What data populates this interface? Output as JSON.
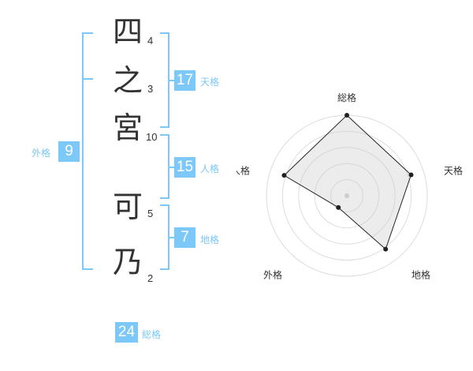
{
  "name": {
    "characters": [
      {
        "char": "四",
        "strokes": "4"
      },
      {
        "char": "之",
        "strokes": "3"
      },
      {
        "char": "宮",
        "strokes": "10"
      },
      {
        "char": "可",
        "strokes": "5"
      },
      {
        "char": "乃",
        "strokes": "2"
      }
    ]
  },
  "fortunes": {
    "tenkaku": {
      "value": "17",
      "label": "天格"
    },
    "jinkaku": {
      "value": "15",
      "label": "人格"
    },
    "chikaku": {
      "value": "7",
      "label": "地格"
    },
    "gaikaku": {
      "value": "9",
      "label": "外格"
    },
    "soukaku": {
      "value": "24",
      "label": "総格"
    }
  },
  "colors": {
    "accent": "#7cc8f8",
    "text": "#333333"
  },
  "chart_data": {
    "type": "radar",
    "axes": [
      "総格",
      "天格",
      "地格",
      "外格",
      "人格"
    ],
    "values": [
      5,
      4.2,
      4.1,
      0.9,
      4.1
    ],
    "range": [
      0,
      5
    ]
  }
}
